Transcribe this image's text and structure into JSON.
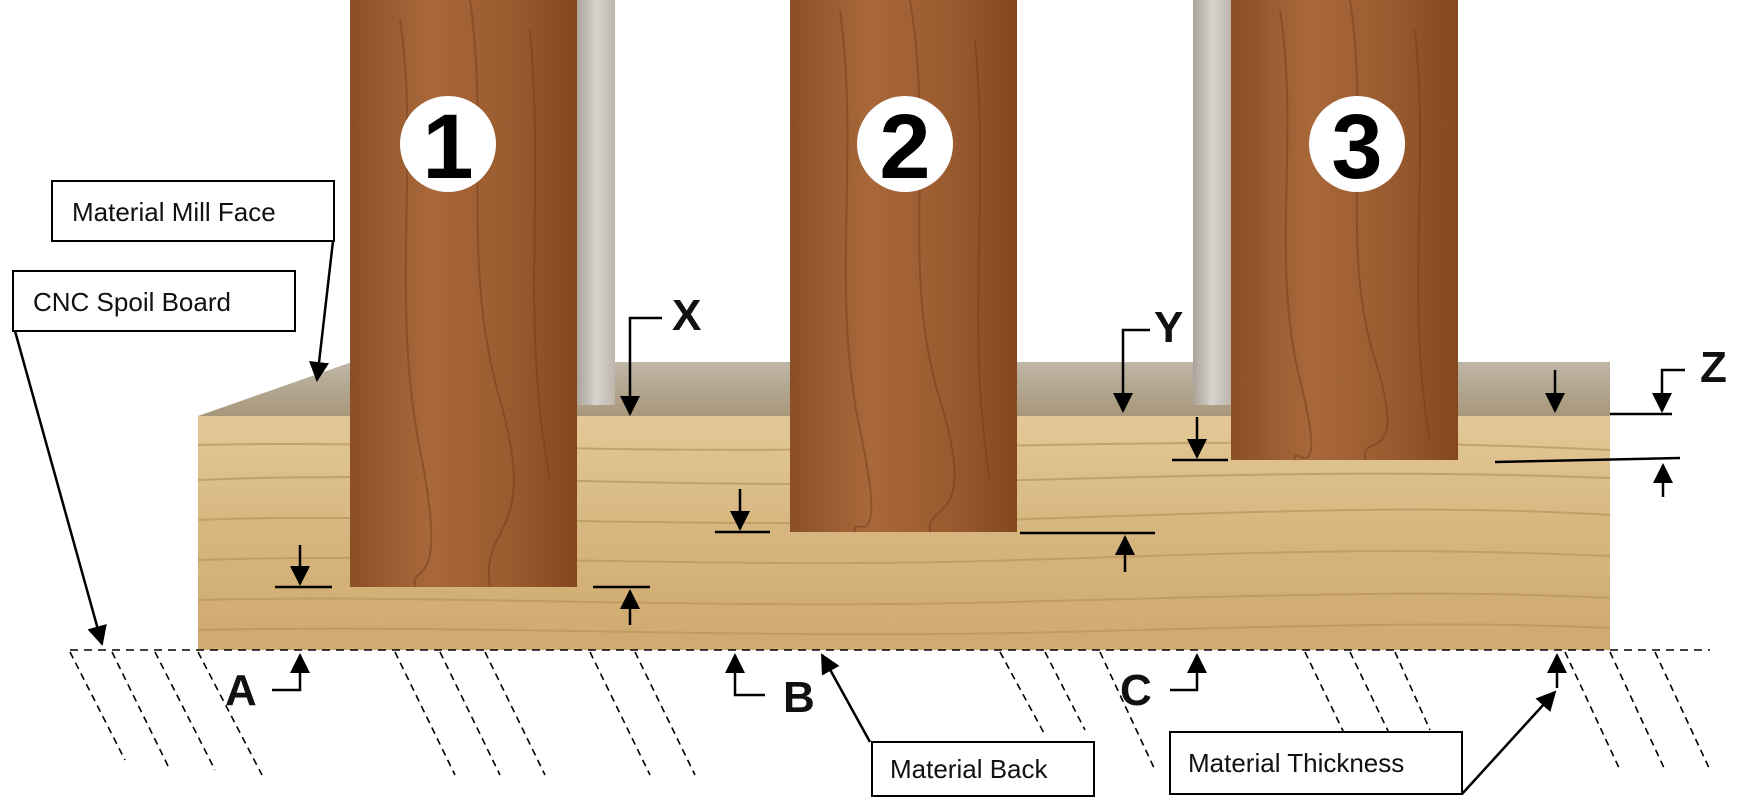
{
  "callouts": {
    "mill_face": "Material Mill Face",
    "spoil_board": "CNC Spoil Board",
    "material_back": "Material Back",
    "material_thickness": "Material Thickness"
  },
  "bits": [
    {
      "number": "1"
    },
    {
      "number": "2"
    },
    {
      "number": "3"
    }
  ],
  "dimension_letters": {
    "x": "X",
    "y": "Y",
    "z": "Z",
    "a": "A",
    "b": "B",
    "c": "C"
  },
  "colors": {
    "wood_light": "#d9bd86",
    "wood_grain": "#b8955c",
    "wood_dark": "#a5743f",
    "bit_wood": "#9a5a2d",
    "bit_grain": "#6e3a18",
    "pocket_wall": "#c9c3b8"
  }
}
